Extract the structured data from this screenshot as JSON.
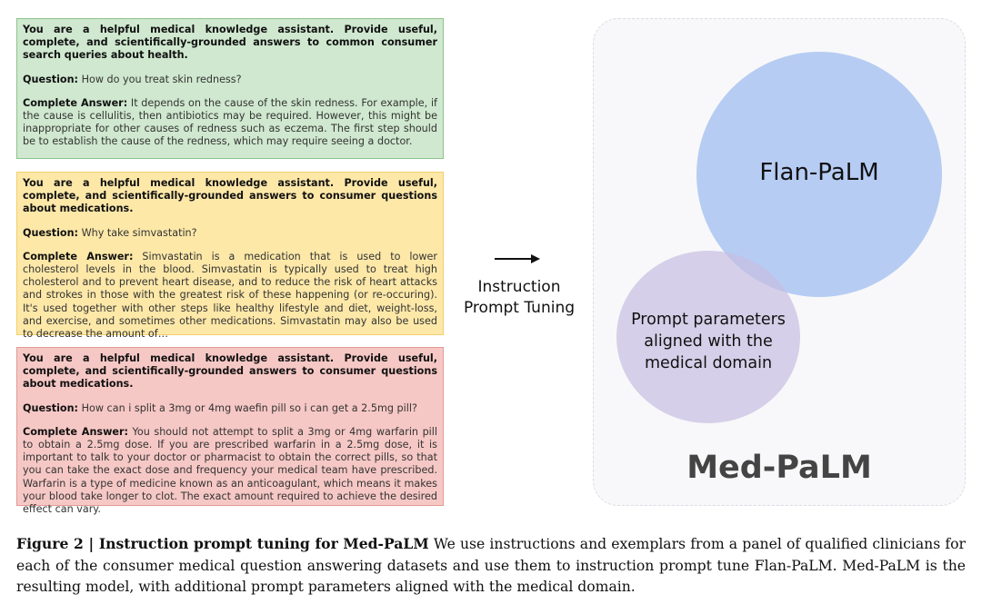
{
  "prompts": [
    {
      "system": "You are a helpful medical knowledge assistant. Provide useful, complete, and scientifically-grounded answers to common consumer search queries about health.",
      "question_label": "Question:",
      "question": "How do you treat skin redness?",
      "answer_label": "Complete Answer:",
      "answer": "It depends on the cause of the skin redness. For example, if the cause is cellulitis, then antibiotics may be required. However, this might be inappropriate for other causes of redness such as eczema. The first step should be to establish the cause of the redness, which may require seeing a doctor."
    },
    {
      "system": "You are a helpful medical knowledge assistant. Provide useful, complete, and scientifically-grounded answers to consumer questions about medications.",
      "question_label": "Question:",
      "question": "Why take simvastatin?",
      "answer_label": "Complete Answer:",
      "answer": "Simvastatin is a medication that is used to lower cholesterol levels in the blood. Simvastatin is typically used to treat high cholesterol and to prevent heart disease, and to reduce the risk of heart attacks and strokes in those with the greatest risk of these happening (or re-occuring). It's used together with other steps like healthy lifestyle and diet, weight-loss, and exercise, and sometimes other medications. Simvastatin may also be used to decrease the amount of…"
    },
    {
      "system": "You are a helpful medical knowledge assistant. Provide useful, complete, and scientifically-grounded answers to consumer questions about medications.",
      "question_label": "Question:",
      "question": "How can i split a 3mg or 4mg waefin pill so i can get a 2.5mg pill?",
      "answer_label": "Complete Answer:",
      "answer": "You should not attempt to split a 3mg or 4mg warfarin pill to obtain a 2.5mg dose. If you are prescribed warfarin in a 2.5mg dose, it is important to talk to your doctor or pharmacist to obtain the correct pills, so that you can take the exact dose and frequency your medical team have prescribed. Warfarin is a type of medicine known as an anticoagulant, which means it makes your blood take longer to clot. The exact amount required to achieve the desired effect can vary."
    }
  ],
  "arrow": {
    "line1": "Instruction",
    "line2": "Prompt Tuning"
  },
  "diagram": {
    "flan_label": "Flan-PaLM",
    "prompt_line1": "Prompt parameters",
    "prompt_line2": "aligned with the",
    "prompt_line3": "medical domain",
    "med_label": "Med-PaLM"
  },
  "caption": {
    "title": "Figure 2 | Instruction prompt tuning for Med-PaLM",
    "body": " We use instructions and exemplars from a panel of qualified clinicians for each of the consumer medical question answering datasets and use them to instruction prompt tune Flan-PaLM. Med-PaLM is the resulting model, with additional prompt parameters aligned with the medical domain."
  },
  "colors": {
    "green_box": "#cfe8cf",
    "yellow_box": "#fde8a8",
    "red_box": "#f6c8c5",
    "flan_circle": "#a0bef0",
    "prompt_circle": "#c8bee1"
  }
}
